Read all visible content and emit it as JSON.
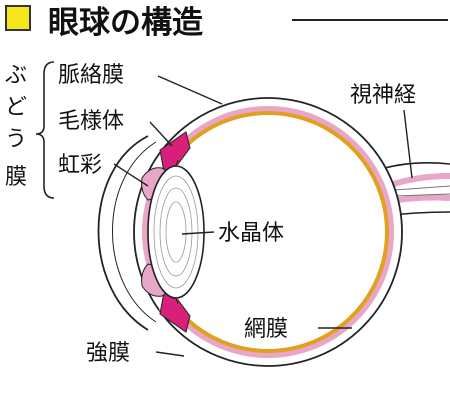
{
  "title": "眼球の構造",
  "colors": {
    "title_square": "#f5e71e",
    "choroid": "#e8a6c8",
    "ciliary": "#d8207a",
    "retina": "#e0a020",
    "sclera": "#ffffff",
    "outline": "#222222"
  },
  "icons": {
    "title_marker": "yellow-square-icon"
  },
  "group": {
    "label": "ぶどう膜",
    "chars": [
      "ぶ",
      "ど",
      "う",
      "膜"
    ]
  },
  "labels": {
    "choroid": "脈絡膜",
    "ciliary_body": "毛様体",
    "iris": "虹彩",
    "lens": "水晶体",
    "optic_nerve": "視神経",
    "retina": "網膜",
    "sclera": "強膜"
  }
}
